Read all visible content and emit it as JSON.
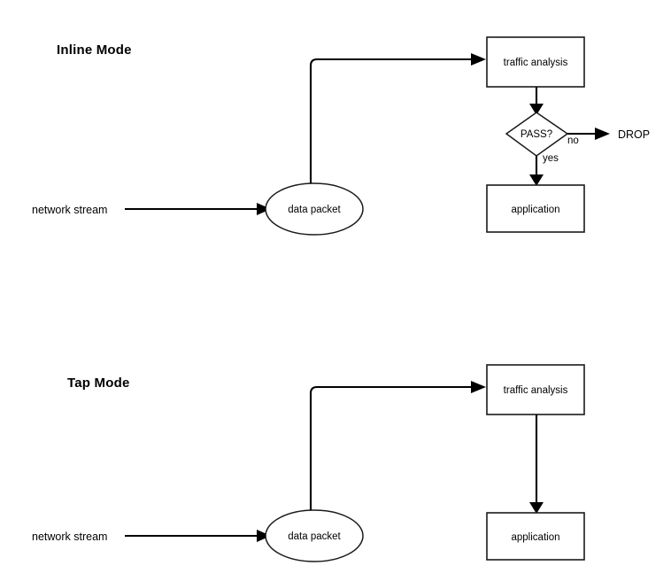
{
  "diagram": {
    "title_inline": "Inline Mode",
    "title_tap": "Tap Mode",
    "colors": {
      "background": "#ffffff",
      "stroke": "#1a1a1a",
      "edge": "#000000",
      "text": "#000000"
    },
    "sections": [
      {
        "id": "inline-mode",
        "heading": "Inline Mode",
        "nodes": [
          {
            "id": "network-stream",
            "label": "network stream",
            "shape": "text"
          },
          {
            "id": "data-packet",
            "label": "data packet",
            "shape": "ellipse"
          },
          {
            "id": "traffic-analysis",
            "label": "traffic analysis",
            "shape": "rect"
          },
          {
            "id": "pass-decision",
            "label": "PASS?",
            "shape": "diamond"
          },
          {
            "id": "application",
            "label": "application",
            "shape": "rect"
          },
          {
            "id": "drop",
            "label": "DROP",
            "shape": "text"
          }
        ],
        "edges": [
          {
            "from": "network-stream",
            "to": "data-packet",
            "label": ""
          },
          {
            "from": "data-packet",
            "to": "traffic-analysis",
            "label": ""
          },
          {
            "from": "traffic-analysis",
            "to": "pass-decision",
            "label": ""
          },
          {
            "from": "pass-decision",
            "to": "drop",
            "label": "no"
          },
          {
            "from": "pass-decision",
            "to": "application",
            "label": "yes"
          }
        ]
      },
      {
        "id": "tap-mode",
        "heading": "Tap Mode",
        "nodes": [
          {
            "id": "network-stream",
            "label": "network stream",
            "shape": "text"
          },
          {
            "id": "data-packet",
            "label": "data packet",
            "shape": "ellipse"
          },
          {
            "id": "traffic-analysis",
            "label": "traffic analysis",
            "shape": "rect"
          },
          {
            "id": "application",
            "label": "application",
            "shape": "rect"
          }
        ],
        "edges": [
          {
            "from": "network-stream",
            "to": "data-packet",
            "label": ""
          },
          {
            "from": "data-packet",
            "to": "traffic-analysis",
            "label": ""
          },
          {
            "from": "traffic-analysis",
            "to": "application",
            "label": ""
          }
        ]
      }
    ],
    "labels": {
      "network_stream": "network stream",
      "data_packet": "data packet",
      "traffic_analysis": "traffic analysis",
      "pass_decision": "PASS?",
      "application": "application",
      "drop": "DROP",
      "edge_no": "no",
      "edge_yes": "yes"
    }
  }
}
